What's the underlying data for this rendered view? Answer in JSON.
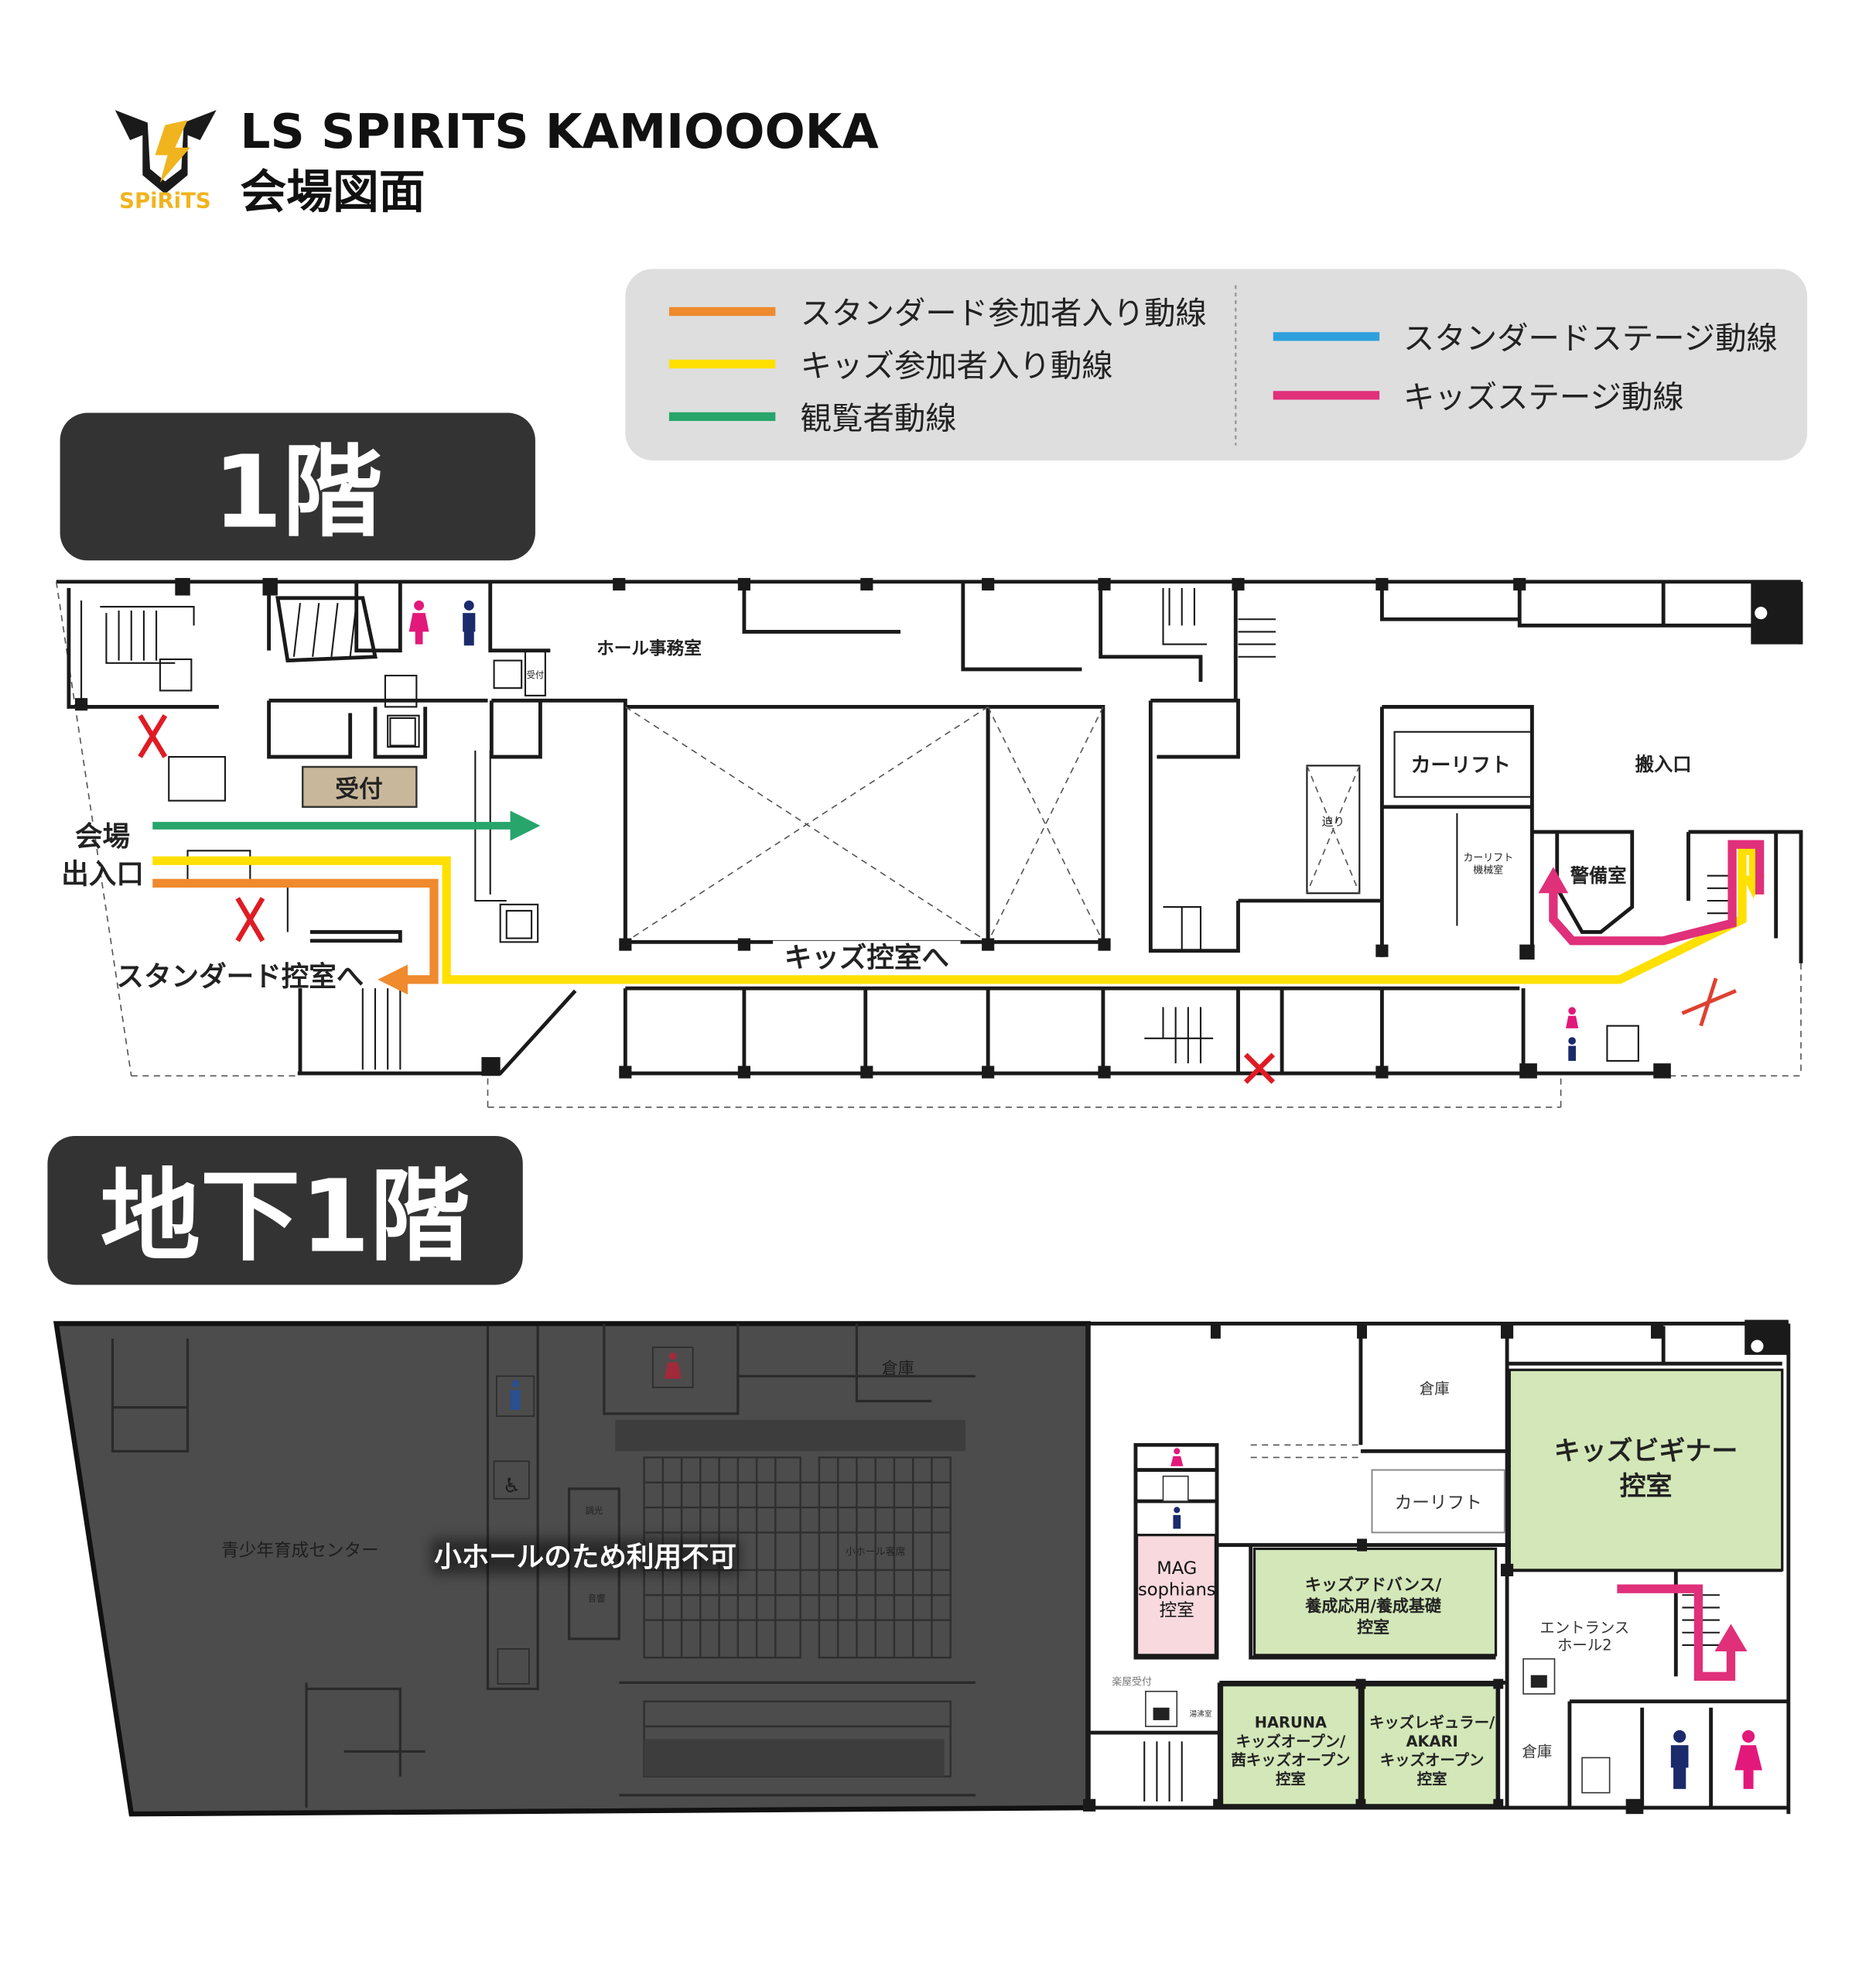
{
  "header": {
    "logo_text": "SPiRiTS",
    "title": "LS SPIRITS KAMIOOOKA",
    "subtitle": "会場図面"
  },
  "legend": {
    "items": [
      {
        "label": "スタンダード参加者入り動線",
        "color": "#ef8a2e"
      },
      {
        "label": "キッズ参加者入り動線",
        "color": "#ffe000"
      },
      {
        "label": "観覧者動線",
        "color": "#27a56b"
      },
      {
        "label": "スタンダードステージ動線",
        "color": "#2ea0dc"
      },
      {
        "label": "キッズステージ動線",
        "color": "#e0307a"
      }
    ]
  },
  "floor1": {
    "heading": "1階",
    "labels": {
      "entrance_1": "会場",
      "entrance_2": "出入口",
      "reception": "受付",
      "reception_small": "受付",
      "office": "ホール事務室",
      "to_standard": "スタンダード控室へ",
      "to_kids": "キッズ控室へ",
      "car_lift": "カーリフト",
      "car_lift_machine_1": "カーリフト",
      "car_lift_machine_2": "機械室",
      "loading": "搬入口",
      "security": "警備室",
      "stage_lift": "迫り"
    }
  },
  "floorB1": {
    "heading": "地下1階",
    "labels": {
      "youth_center": "青少年育成センター",
      "unavailable": "小ホールのため利用不可",
      "small_hall_seats": "小ホール客席",
      "lighting": "調光",
      "sound": "音響",
      "storage_dark": "倉庫",
      "storage_top": "倉庫",
      "car_lift": "カーリフト",
      "kids_beginner_1": "キッズビギナー",
      "kids_beginner_2": "控室",
      "mag_1": "MAG",
      "mag_2": "sophians",
      "mag_3": "控室",
      "advance_1": "キッズアドバンス/",
      "advance_2": "養成応用/養成基礎",
      "advance_3": "控室",
      "haruna_1": "HARUNA",
      "haruna_2": "キッズオープン/",
      "haruna_3": "茜キッズオープン",
      "haruna_4": "控室",
      "regular_1": "キッズレギュラー/",
      "regular_2": "AKARI",
      "regular_3": "キッズオープン",
      "regular_4": "控室",
      "storage_bottom": "倉庫",
      "entrance_hall_1": "エントランス",
      "entrance_hall_2": "ホール2",
      "backstage_reception": "楽屋受付",
      "kitchenette": "湯沸室"
    }
  }
}
